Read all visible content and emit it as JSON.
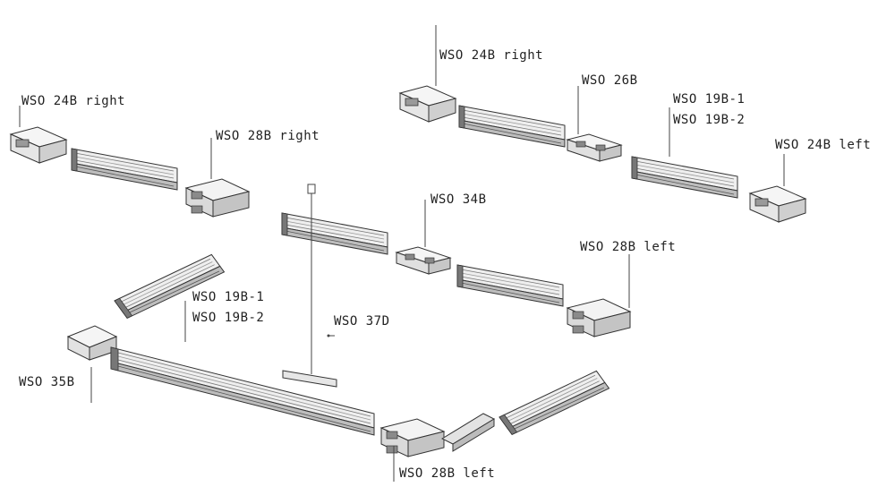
{
  "diagram": {
    "colors": {
      "line": "#333333",
      "fill_light": "#f1f1f1",
      "fill_mid": "#d6d6d6",
      "fill_dark": "#8a8a8a"
    },
    "labels": {
      "top_24b_right": "WSO 24B right",
      "top_26b": "WSO 26B",
      "top_19b_1": "WSO 19B-1",
      "top_19b_2": "WSO 19B-2",
      "top_24b_left": "WSO 24B left",
      "left_24b_right": "WSO 24B right",
      "left_28b_right": "WSO 28B right",
      "mid_34b": "WSO 34B",
      "right_28b_left": "WSO 28B left",
      "bottom_19b_1": "WSO 19B-1",
      "bottom_19b_2": "WSO 19B-2",
      "bottom_37d": "WSO 37D",
      "bottom_35b": "WSO 35B",
      "bottom_28b_left": "WSO 28B left"
    }
  }
}
